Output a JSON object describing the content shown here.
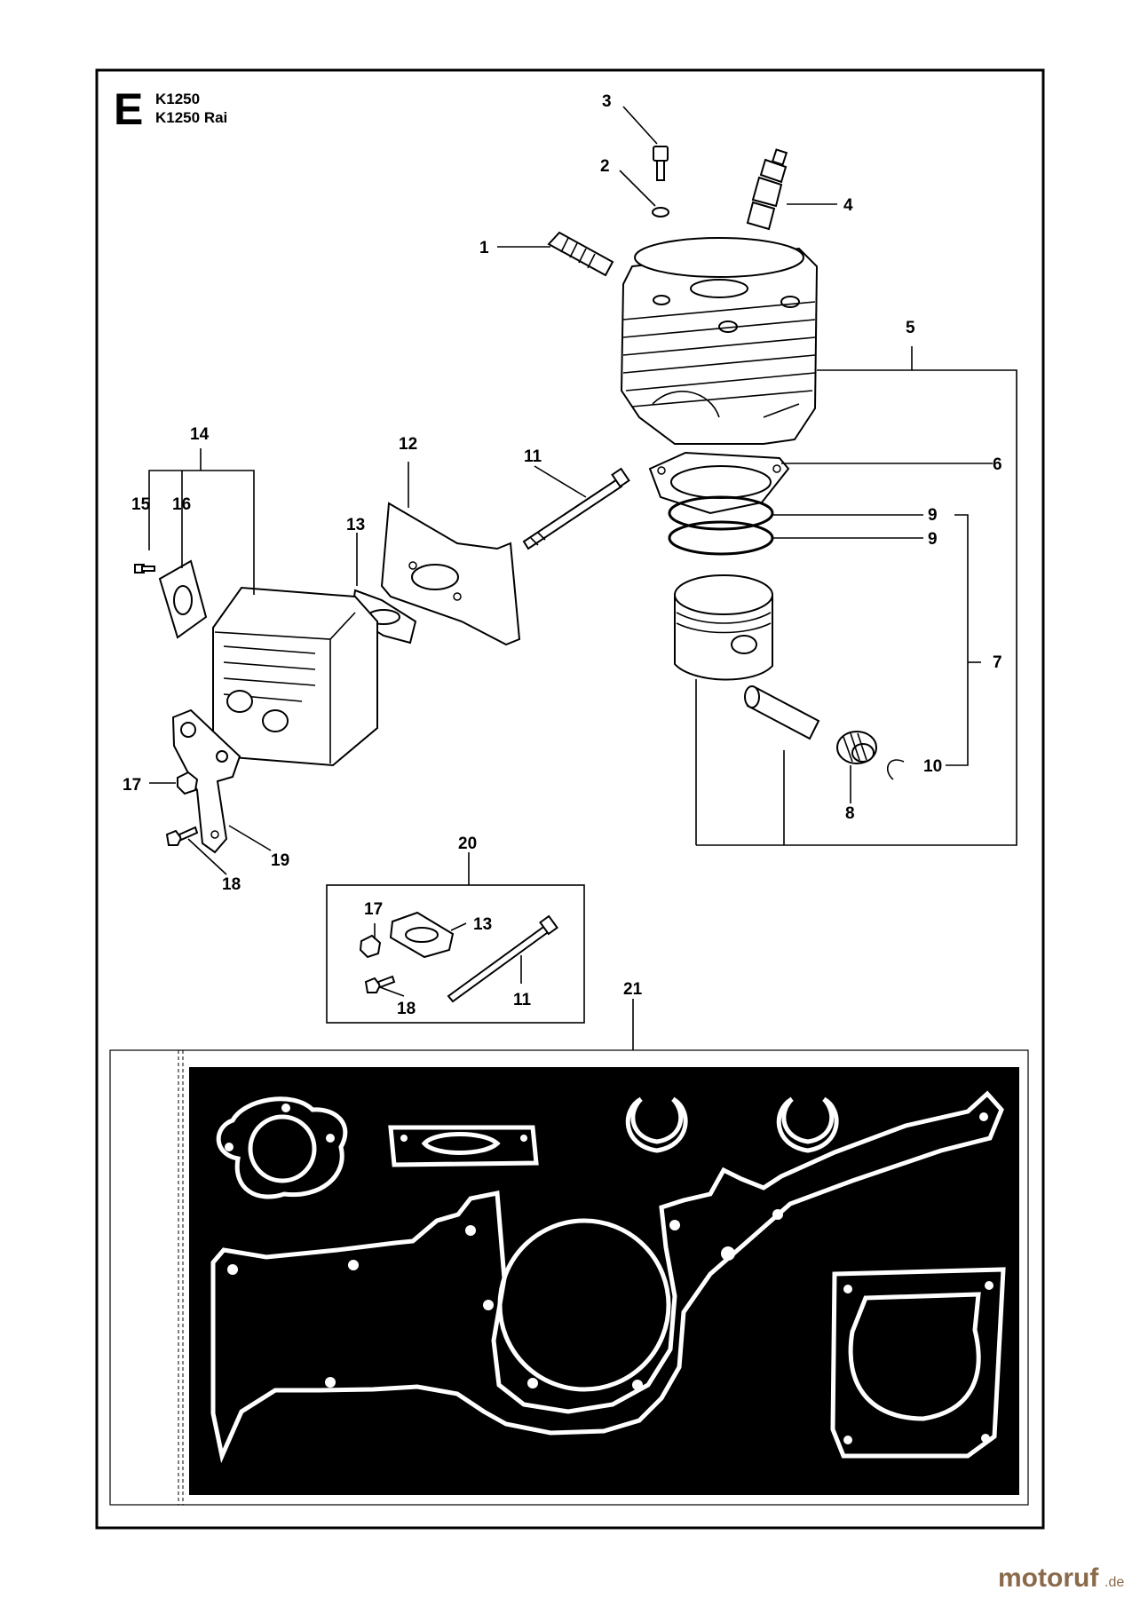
{
  "section": {
    "letter": "E",
    "models": [
      "K1250",
      "K1250 Rai"
    ]
  },
  "callouts": {
    "c1": "1",
    "c2": "2",
    "c3": "3",
    "c4": "4",
    "c5": "5",
    "c6": "6",
    "c7": "7",
    "c8": "8",
    "c9a": "9",
    "c9b": "9",
    "c10": "10",
    "c11": "11",
    "c12": "12",
    "c13": "13",
    "c14": "14",
    "c15": "15",
    "c16": "16",
    "c17": "17",
    "c18": "18",
    "c19": "19",
    "c20": "20",
    "c21": "21",
    "k20_17": "17",
    "k20_13": "13",
    "k20_18": "18",
    "k20_11": "11"
  },
  "watermark": {
    "brand": "motoruf",
    "tld": ".de"
  }
}
